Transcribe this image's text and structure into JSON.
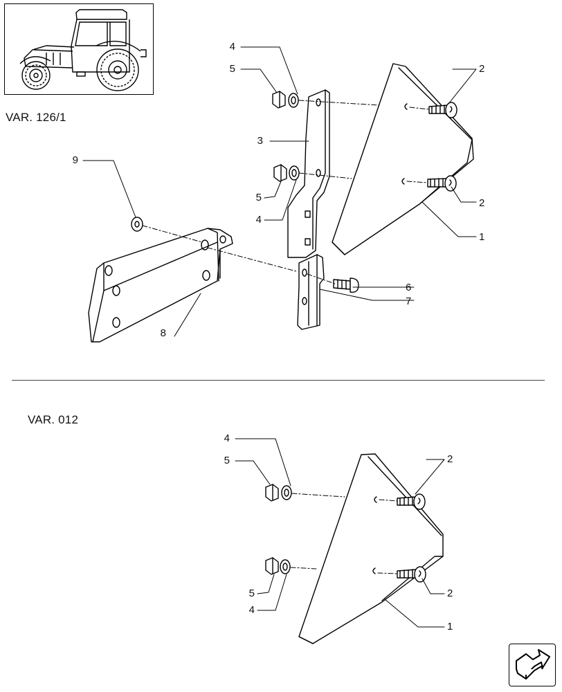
{
  "variants": [
    {
      "label": "VAR. 126/1"
    },
    {
      "label": "VAR. 012"
    }
  ],
  "callouts": {
    "top": [
      "4",
      "5",
      "3",
      "5",
      "4",
      "9",
      "2",
      "2",
      "1",
      "6",
      "7",
      "8"
    ],
    "bottom": [
      "4",
      "5",
      "5",
      "4",
      "2",
      "2",
      "1"
    ]
  },
  "icons": {
    "thumbnail": "tractor-thumbnail-icon",
    "nav": "next-page-arrow-icon"
  },
  "colors": {
    "line": "#000000",
    "background": "#ffffff"
  }
}
